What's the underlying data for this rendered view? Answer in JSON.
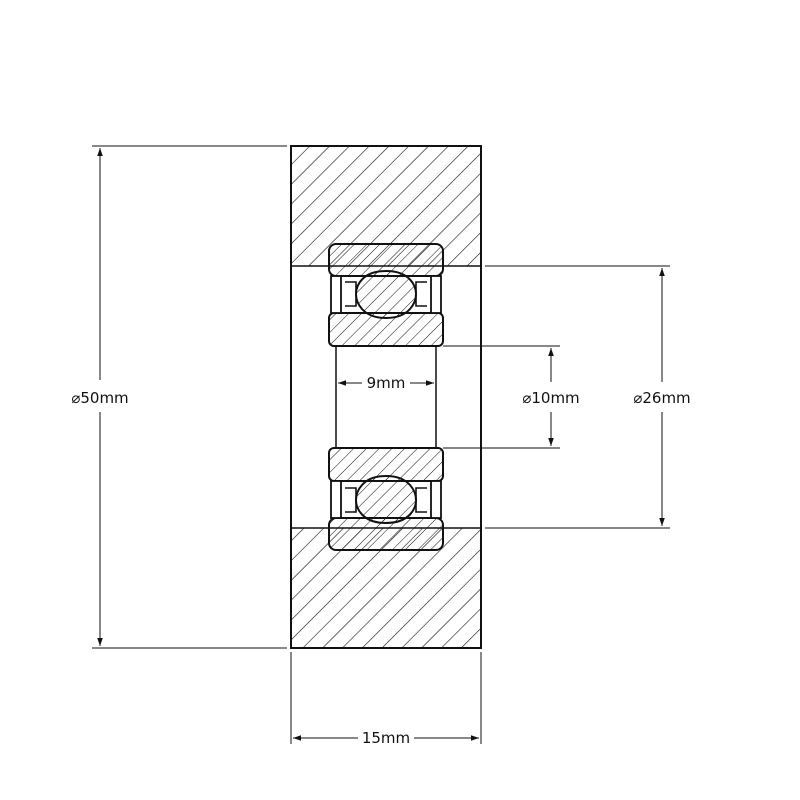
{
  "drawing": {
    "dimensions": {
      "outer_diameter": "⌀50mm",
      "outer_width": "15mm",
      "bearing_outer_diameter": "⌀26mm",
      "bore_diameter": "⌀10mm",
      "bearing_width": "9mm"
    },
    "colors": {
      "line": "#111111",
      "background": "#ffffff"
    }
  }
}
